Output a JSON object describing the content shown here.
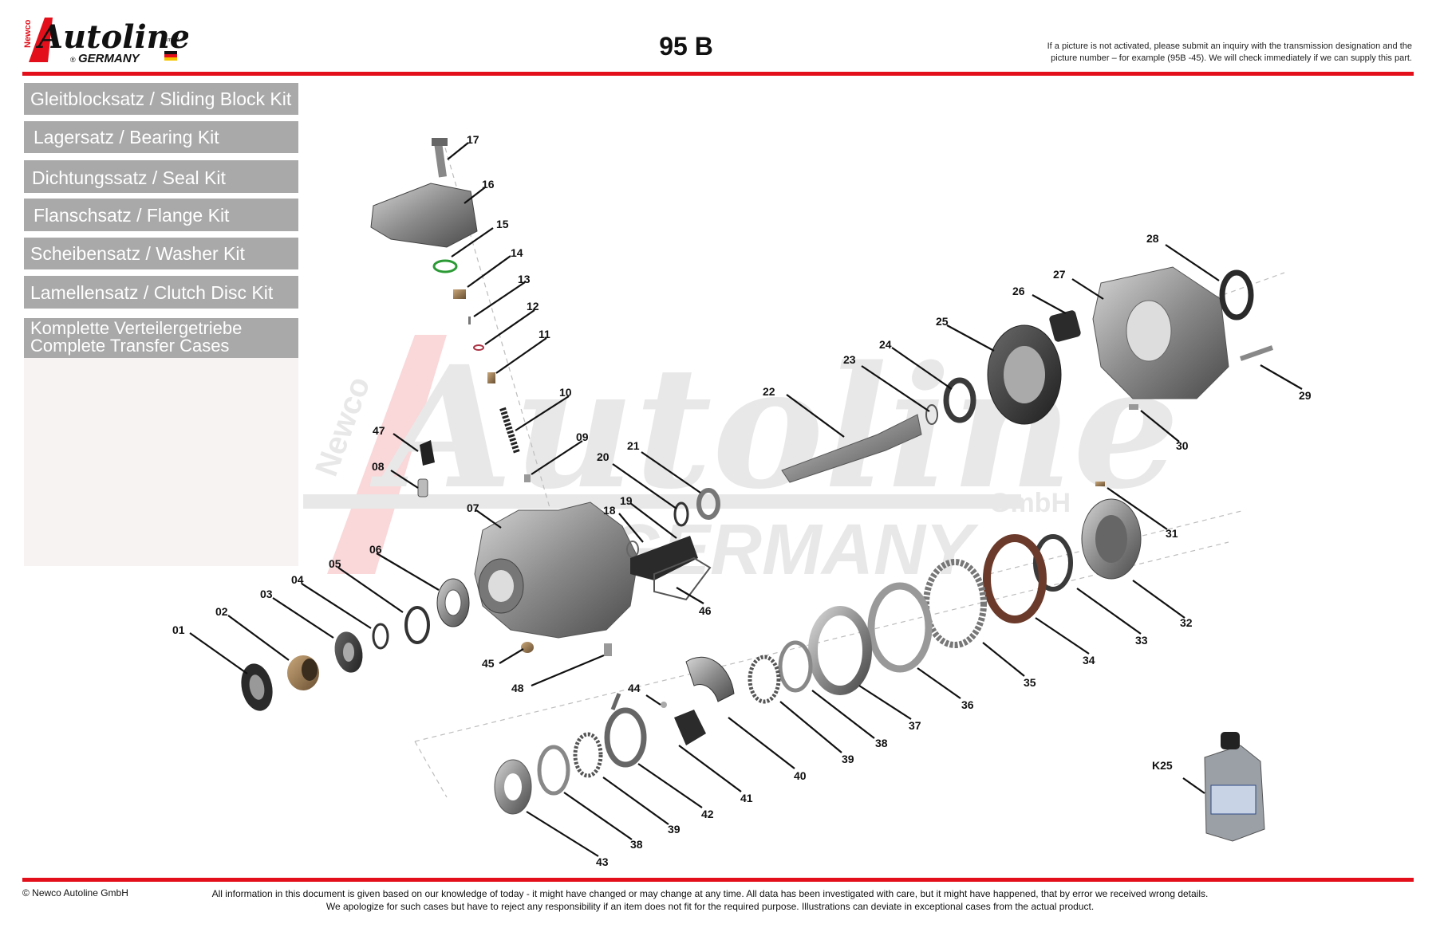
{
  "header": {
    "logo": {
      "brand": "Autoline",
      "prefix": "Newco",
      "suffix": "GmbH",
      "country": "GERMANY",
      "registered": "®"
    },
    "title": "95 B",
    "note_line1": "If a picture is not activated, please submit an inquiry with the transmission designation and the",
    "note_line2": "picture number – for example (95B -45). We will check immediately if we can supply this part."
  },
  "menu": [
    {
      "label": "Gleitblocksatz / Sliding Block Kit"
    },
    {
      "label": "Lagersatz / Bearing Kit"
    },
    {
      "label": "Dichtungssatz / Seal Kit"
    },
    {
      "label": "Flanschsatz / Flange Kit"
    },
    {
      "label": "Scheibensatz / Washer Kit"
    },
    {
      "label": "Lamellensatz / Clutch Disc Kit"
    },
    {
      "label_line1": "Komplette Verteilergetriebe",
      "label_line2": "Complete Transfer Cases"
    }
  ],
  "watermark": {
    "prefix": "Newco",
    "brand": "Autoline",
    "suffix": "GmbH",
    "country": "GERMANY"
  },
  "parts": [
    "01",
    "02",
    "03",
    "04",
    "05",
    "06",
    "07",
    "08",
    "09",
    "10",
    "11",
    "12",
    "13",
    "14",
    "15",
    "16",
    "17",
    "18",
    "19",
    "20",
    "21",
    "22",
    "23",
    "24",
    "25",
    "26",
    "27",
    "28",
    "29",
    "30",
    "31",
    "32",
    "33",
    "34",
    "35",
    "36",
    "37",
    "38",
    "39",
    "40",
    "41",
    "42",
    "38",
    "39",
    "43",
    "44",
    "45",
    "46",
    "47",
    "48",
    "K25"
  ],
  "footer": {
    "copyright": "© Newco Autoline GmbH",
    "line1": "All information in this document is given based on our knowledge of today - it might have changed or may change at any time. All data has been investigated with care, but it might have happened, that by error we received wrong details.",
    "line2": "We apologize for such cases but have to reject any responsibility if an item does not fit for the required purpose. Illustrations can deviate in exceptional cases from the actual product."
  },
  "colors": {
    "accent_red": "#e3101b",
    "button_grey": "#a9a9a9",
    "button_text": "#ffffff",
    "part_metal": "#8c8c8c"
  }
}
